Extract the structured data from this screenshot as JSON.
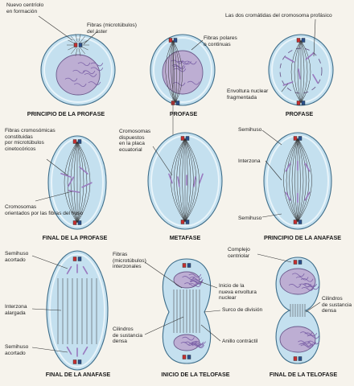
{
  "panels": {
    "p1": {
      "caption": "PRINCIPIO DE LA PROFASE",
      "labels": {
        "centriole": "Nuevo centríolo\nen formación",
        "aster": "Fibras (microtúbulos)\ndel áster"
      }
    },
    "p2": {
      "caption": "PROFASE",
      "labels": {
        "polar": "Fibras polares\no continuas"
      }
    },
    "p3": {
      "caption": "PROFASE",
      "labels": {
        "chromatids": "Las dos cromátidas del cromosoma profásico",
        "envelope": "Envoltura nuclear\nfragmentada"
      }
    },
    "p4": {
      "caption": "FINAL DE LA PROFASE",
      "labels": {
        "kinetochore": "Fibras cromosómicas\nconstituidas\npor microtúbulos\ncinetocóricos",
        "oriented": "Cromosomas\norientados por las fibras del huso"
      }
    },
    "p5": {
      "caption": "METAFASE",
      "labels": {
        "plate": "Cromosomas\ndispuestos\nen la placa\necuatorial"
      }
    },
    "p6": {
      "caption": "PRINCIPIO DE LA ANAFASE",
      "labels": {
        "semi1": "Semihuso",
        "interzone": "Interzona",
        "semi2": "Semihuso"
      }
    },
    "p7": {
      "caption": "FINAL DE LA ANAFASE",
      "labels": {
        "semiShort1": "Semihuso\nacortado",
        "interzoneLong": "Interzona\nalargada",
        "semiShort2": "Semihuso\nacortado"
      }
    },
    "p8": {
      "caption": "INICIO DE LA TELOFASE",
      "labels": {
        "interzonal": "Fibras\n(microtúbulos)\ninterzonales",
        "newEnvelope": "Inicio de la\nnueva envoltura\nnuclear",
        "furrow": "Surco de división",
        "cylinders": "Cilindros\nde sustancia\ndensa",
        "ring": "Anillo contráctil"
      }
    },
    "p9": {
      "caption": "FINAL DE LA TELOFASE",
      "labels": {
        "centriolarComplex": "Complejo\ncentriolar",
        "cylinders": "Cilindros\nde sustancia\ndensa"
      }
    }
  },
  "colors": {
    "cell": "#c4e0ef",
    "nucleus": "#bdaed3",
    "centriole_red": "#c62f2f",
    "centriole_blue": "#2a4f8c",
    "chromosome": "#9a79bf"
  }
}
